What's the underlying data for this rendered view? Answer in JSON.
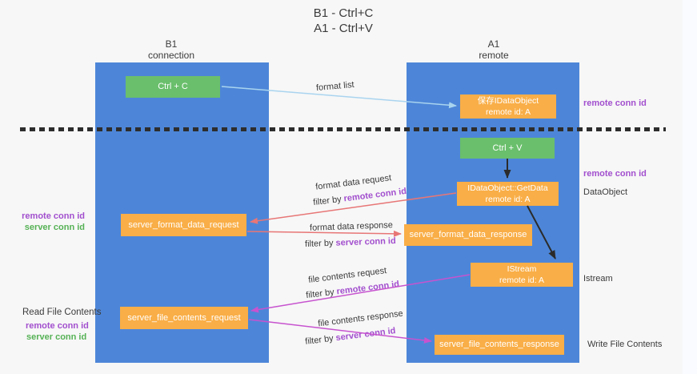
{
  "title": {
    "line1": "B1 - Ctrl+C",
    "line2": "A1 - Ctrl+V"
  },
  "columns": {
    "b1": {
      "name": "B1",
      "role": "connection"
    },
    "a1": {
      "name": "A1",
      "role": "remote"
    }
  },
  "boxes": {
    "ctrl_c": {
      "label": "Ctrl + C"
    },
    "save_dataobject": {
      "line1": "保存IDataObject",
      "line2": "remote id: A"
    },
    "ctrl_v": {
      "label": "Ctrl + V"
    },
    "getdata": {
      "line1": "IDataObject::GetData",
      "line2": "remote id: A"
    },
    "format_request": {
      "label": "server_format_data_request"
    },
    "format_response": {
      "label": "server_format_data_response"
    },
    "istream": {
      "line1": "IStream",
      "line2": "remote id: A"
    },
    "file_request": {
      "label": "server_file_contents_request"
    },
    "file_response": {
      "label": "server_file_contents_response"
    }
  },
  "flow_labels": {
    "format_list": "format list",
    "format_data_request": "format data request",
    "format_data_response": "format data response",
    "file_contents_request": "file contents request",
    "file_contents_response": "file contents response",
    "filter_by": "filter by",
    "remote_conn_id": "remote conn id",
    "server_conn_id": "server conn id"
  },
  "side_labels": {
    "remote_conn_id_top_right": "remote conn id",
    "remote_conn_id_mid_right": "remote conn id",
    "dataobject": "DataObject",
    "istream": "Istream",
    "write_file_contents": "Write File Contents",
    "read_file_contents": "Read File Contents",
    "remote_conn_id_left1": "remote conn id",
    "server_conn_id_left1": "server conn id",
    "remote_conn_id_left2": "remote conn id",
    "server_conn_id_left2": "server conn id"
  },
  "colors": {
    "column_blue": "#4d86d8",
    "box_green": "#6abf6c",
    "box_orange": "#f9ae47",
    "arrow_lightblue": "#a9d4ef",
    "arrow_salmon": "#e87676",
    "arrow_magenta": "#c753cf",
    "arrow_black": "#2b2b2b",
    "text_purple": "#a24fce",
    "text_green": "#55b155",
    "divider_black": "#2d2d2d"
  }
}
